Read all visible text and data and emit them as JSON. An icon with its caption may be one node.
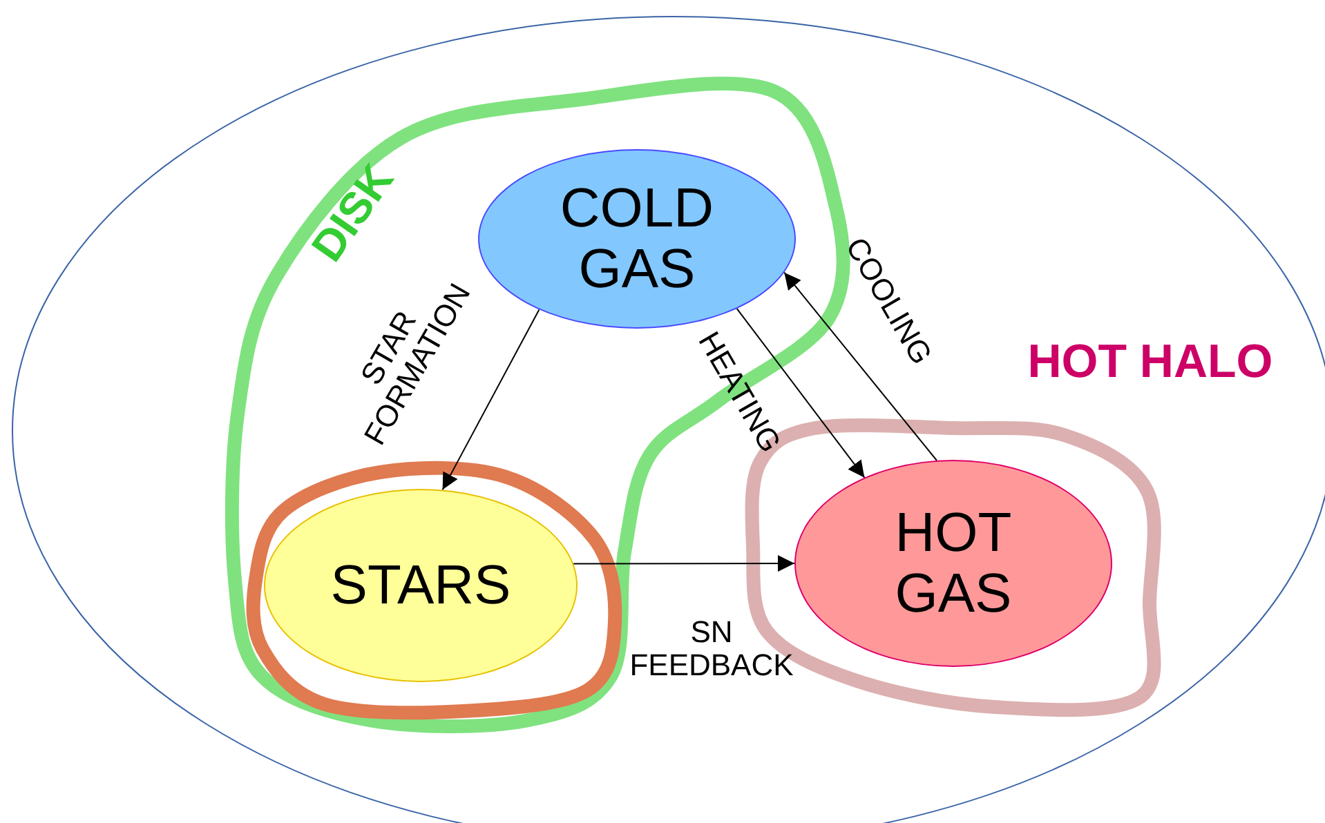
{
  "diagram": {
    "nodes": [
      {
        "text": [
          "DISK"
        ]
      },
      {
        "text": [
          "COLD GAS"
        ],
        "in": 0
      },
      {
        "text": [],
        "shape": "blob",
        "in": 0
      },
      {
        "text": [
          "STARS"
        ],
        "in": 2
      },
      {
        "text": [
          "HOT HALO"
        ]
      },
      {
        "text": [
          "HOT GAS"
        ],
        "in": 4
      }
    ],
    "edges": [
      {
        "from": 1,
        "to": 3,
        "arrow": "to",
        "label": "STAR FORMATION"
      },
      {
        "from": 1,
        "to": 5,
        "arrow": "to",
        "label": "HEATING"
      },
      {
        "from": 5,
        "to": 1,
        "arrow": "to",
        "label": "COOLING"
      },
      {
        "from": 3,
        "to": 5,
        "arrow": "to",
        "label": "SN FEEDBACK"
      }
    ]
  }
}
